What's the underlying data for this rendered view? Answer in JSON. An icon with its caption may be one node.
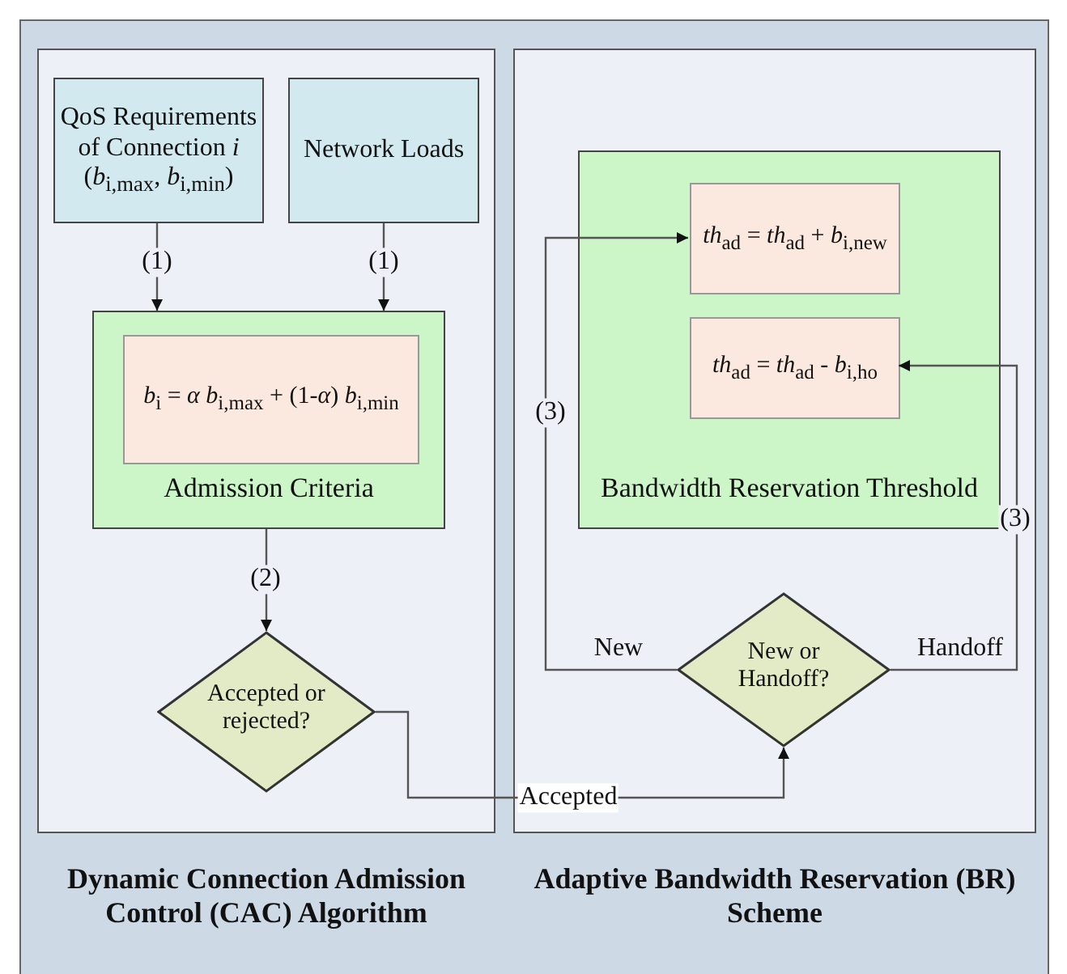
{
  "diagram": {
    "nodes": [
      {
        "text": [
          "Dynamic Connection Admission Control (CAC) Algorithm"
        ]
      },
      {
        "text": [
          "QoS Requirements of Connection *i* (*b*$_{i,max}$, *b*$_{i,min}$)"
        ],
        "in": 0
      },
      {
        "text": [
          "Network Loads"
        ],
        "in": 0
      },
      {
        "text": [
          "Admission Criteria"
        ],
        "in": 0
      },
      {
        "text": [
          "*b*$_{i}$ = *α b*$_{i,max}$ + (1-*α*) *b*$_{i,min}$"
        ],
        "in": 3
      },
      {
        "text": [
          "Accepted or rejected?"
        ],
        "in": 0
      },
      {
        "text": [
          "Adaptive Bandwidth Reservation (BR) Scheme"
        ]
      },
      {
        "text": [
          "Bandwidth Reservation Threshold"
        ],
        "in": 6
      },
      {
        "text": [
          "*th*$_{ad}$ = *th*$_{ad}$ + *b*$_{i,new}$"
        ],
        "in": 7
      },
      {
        "text": [
          "*th*$_{ad}$ = *th*$_{ad}$ - *b*$_{i,ho}$"
        ],
        "in": 7
      },
      {
        "text": [
          "New or Handoff?"
        ],
        "in": 6
      }
    ],
    "edges": [
      {
        "from": 1,
        "to": 3,
        "arrow": "to",
        "label": "(1)"
      },
      {
        "from": 2,
        "to": 3,
        "arrow": "to",
        "label": "(1)"
      },
      {
        "from": 3,
        "to": 5,
        "arrow": "to",
        "label": "(2)"
      },
      {
        "from": 5,
        "to": 10,
        "arrow": "to",
        "label": "Accepted"
      },
      {
        "from": 10,
        "to": 8,
        "arrow": "to",
        "label": "(3)"
      },
      {
        "from": 10,
        "to": 9,
        "arrow": "to",
        "label": "(3)"
      }
    ],
    "labels": [
      "New",
      "Handoff"
    ]
  }
}
